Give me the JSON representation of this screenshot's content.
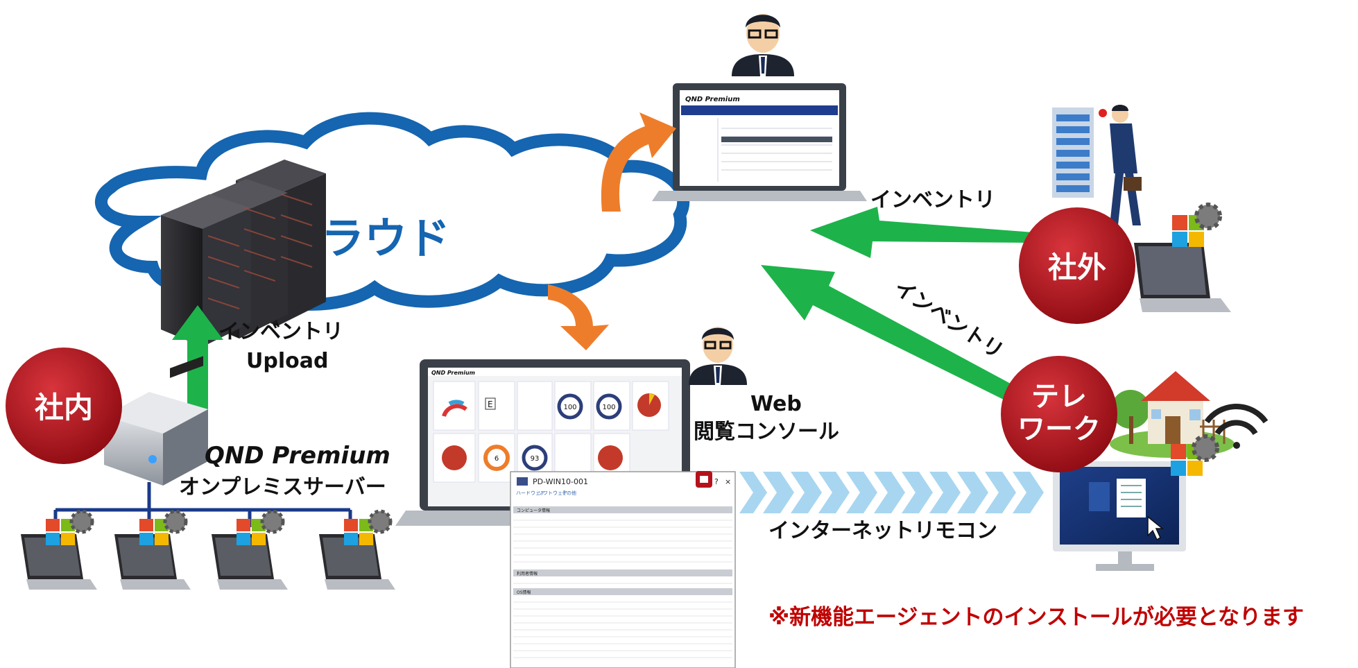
{
  "cloud_label": "クラウド",
  "server_upload": {
    "line1": "インベントリ",
    "line2": "Upload"
  },
  "onprem": {
    "brand": "QND Premium",
    "label": "オンプレミスサーバー"
  },
  "badges": {
    "internal": "社内",
    "external": "社外",
    "telework_line1": "テレ",
    "telework_line2": "ワーク"
  },
  "arrows": {
    "inventory_top": "インベントリ",
    "inventory_diag": "インベントリ"
  },
  "web_console": {
    "line1": "Web",
    "line2": "閲覧コンソール"
  },
  "remote": "インターネットリモコン",
  "note": "※新機能エージェントのインストールが必要となります",
  "screens": {
    "top_brand": "QND Premium",
    "mid_brand": "QND Premium",
    "gauges": [
      "100",
      "100",
      "6",
      "93"
    ],
    "gauge_e": "E",
    "popup_title": "PD-WIN10-001",
    "popup_tabs": [
      "ハードウェア",
      "ソフトウェア",
      "その他"
    ],
    "popup_sections": [
      "コンピュータ情報",
      "利用者情報",
      "OS情報"
    ],
    "popup_help": "?",
    "popup_close": "×"
  },
  "colors": {
    "cloud": "#1565b0",
    "badge": "#b5121b",
    "green_arrow": "#1db34a",
    "orange_arrow": "#ee7d2b",
    "chevron": "#a8d6f0",
    "note": "#c00000",
    "cloud_text": "#1565b0"
  }
}
